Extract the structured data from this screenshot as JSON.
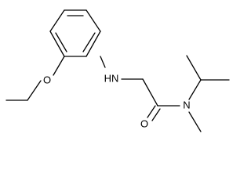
{
  "molecule": {
    "atom_labels": {
      "ether_oxygen": "O",
      "amine_nitrogen": "HN",
      "carbonyl_oxygen": "O",
      "amide_nitrogen": "N"
    }
  },
  "colors": {
    "bond": "#000000",
    "label": "#000000",
    "background": "#ffffff"
  }
}
